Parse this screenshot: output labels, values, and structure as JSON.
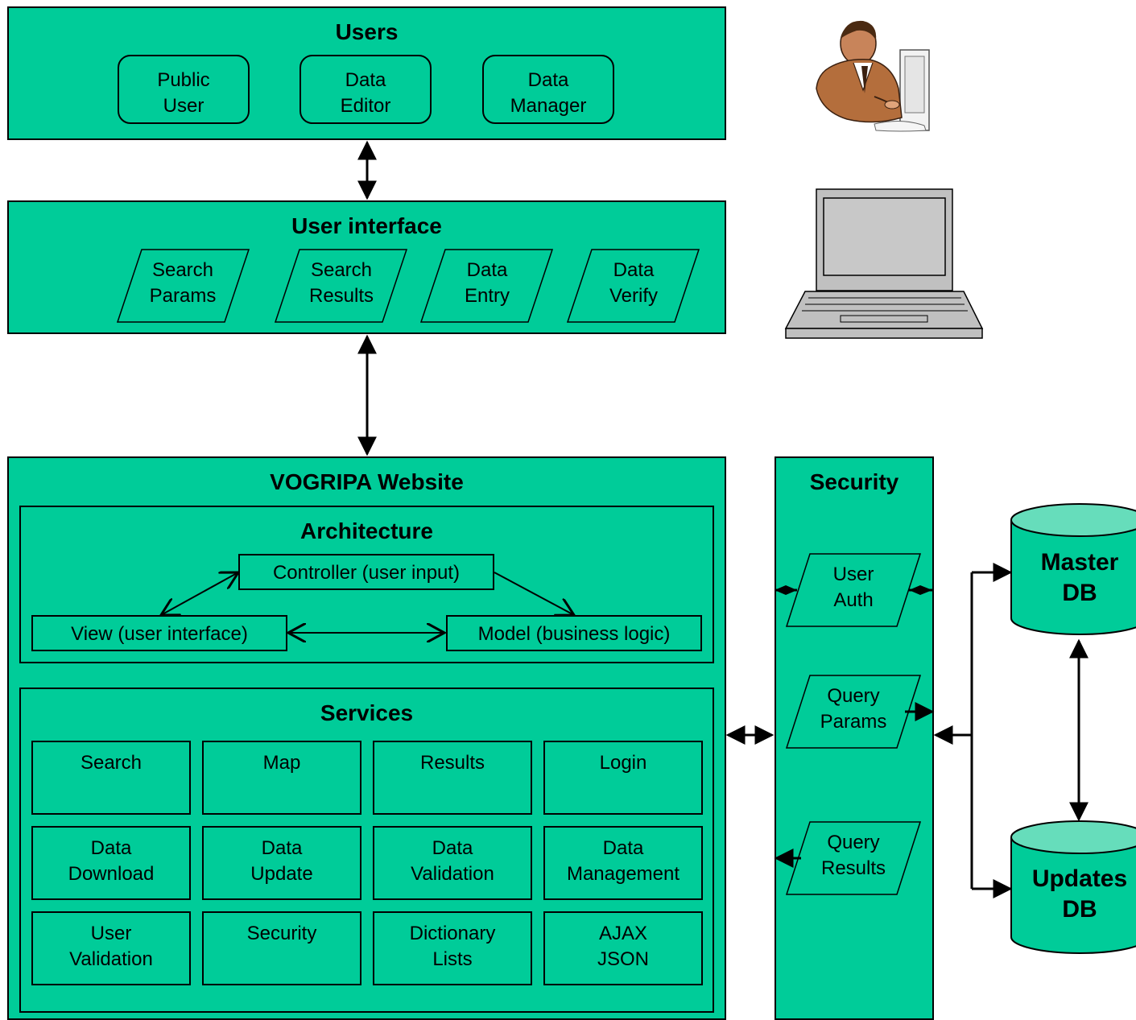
{
  "colors": {
    "fill": "#00cc99",
    "db_top": "#66ddbb",
    "stroke": "#000000"
  },
  "users": {
    "title": "Users",
    "items": [
      "Public\nUser",
      "Data\nEditor",
      "Data\nManager"
    ]
  },
  "user_interface": {
    "title": "User interface",
    "items": [
      "Search\nParams",
      "Search\nResults",
      "Data\nEntry",
      "Data\nVerify"
    ]
  },
  "website": {
    "title": "VOGRIPA Website",
    "architecture": {
      "title": "Architecture",
      "controller": "Controller (user input)",
      "view": "View (user interface)",
      "model": "Model (business logic)"
    },
    "services": {
      "title": "Services",
      "items": [
        "Search",
        "Map",
        "Results",
        "Login",
        "Data\nDownload",
        "Data\nUpdate",
        "Data\nValidation",
        "Data\nManagement",
        "User\nValidation",
        "Security",
        "Dictionary\nLists",
        "AJAX\nJSON"
      ]
    }
  },
  "security": {
    "title": "Security",
    "items": [
      "User\nAuth",
      "Query\nParams",
      "Query\nResults"
    ]
  },
  "databases": {
    "master": "Master\nDB",
    "updates": "Updates\nDB"
  },
  "icons": {
    "person": "person-at-computer-icon",
    "laptop": "laptop-icon"
  }
}
